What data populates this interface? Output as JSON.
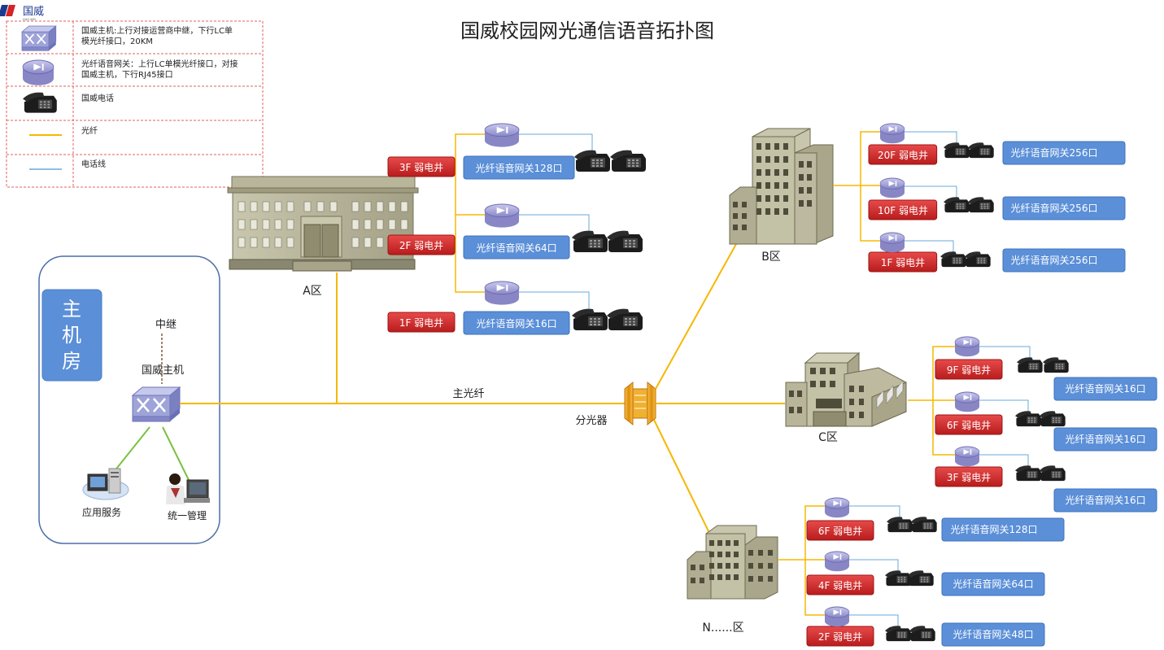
{
  "logo": {
    "brand": "国威",
    "sub": "GUO WEI"
  },
  "title": "国威校园网光通信语音拓扑图",
  "legend": [
    {
      "icon": "host-switch-icon",
      "text1": "国威主机:上行对接运营商中继，下行LC单",
      "text2": "模光纤接口，20KM"
    },
    {
      "icon": "fiber-voice-gateway-icon",
      "text1": "光纤语音网关：上行LC单模光纤接口，对接",
      "text2": "国威主机，下行RJ45接口"
    },
    {
      "icon": "telephone-icon",
      "text1": "国威电话",
      "text2": ""
    },
    {
      "icon": "fiber-line-icon",
      "text1": "光纤",
      "text2": ""
    },
    {
      "icon": "phone-line-icon",
      "text1": "电话线",
      "text2": ""
    }
  ],
  "machine_room": {
    "label_chars": [
      "主",
      "机",
      "房"
    ],
    "trunk": "中继",
    "host": "国威主机",
    "app_service": "应用服务",
    "unified_mgmt": "统一管理"
  },
  "main_fiber": "主光纤",
  "splitter": "分光器",
  "zones": {
    "a": {
      "name": "A区",
      "floors": [
        {
          "floor": "3F 弱电井",
          "gateway": "光纤语音网关128口"
        },
        {
          "floor": "2F 弱电井",
          "gateway": "光纤语音网关64口"
        },
        {
          "floor": "1F 弱电井",
          "gateway": "光纤语音网关16口"
        }
      ]
    },
    "b": {
      "name": "B区",
      "floors": [
        {
          "floor": "20F 弱电井",
          "gateway": "光纤语音网关256口"
        },
        {
          "floor": "10F 弱电井",
          "gateway": "光纤语音网关256口"
        },
        {
          "floor": "1F 弱电井",
          "gateway": "光纤语音网关256口"
        }
      ]
    },
    "c": {
      "name": "C区",
      "floors": [
        {
          "floor": "9F 弱电井",
          "gateway": "光纤语音网关16口"
        },
        {
          "floor": "6F 弱电井",
          "gateway": "光纤语音网关16口"
        },
        {
          "floor": "3F 弱电井",
          "gateway": "光纤语音网关16口"
        }
      ]
    },
    "n": {
      "name": "N......区",
      "floors": [
        {
          "floor": "6F 弱电井",
          "gateway": "光纤语音网关128口"
        },
        {
          "floor": "4F 弱电井",
          "gateway": "光纤语音网关64口"
        },
        {
          "floor": "2F 弱电井",
          "gateway": "光纤语音网关48口"
        }
      ]
    }
  },
  "colors": {
    "fiber": "#f5b800",
    "phone_line": "#6aa8d8",
    "floor_red": "#d42424",
    "gateway_blue": "#5b8fd8",
    "machine_room_blue": "#5b8fd8",
    "building": "#b8b59a"
  }
}
